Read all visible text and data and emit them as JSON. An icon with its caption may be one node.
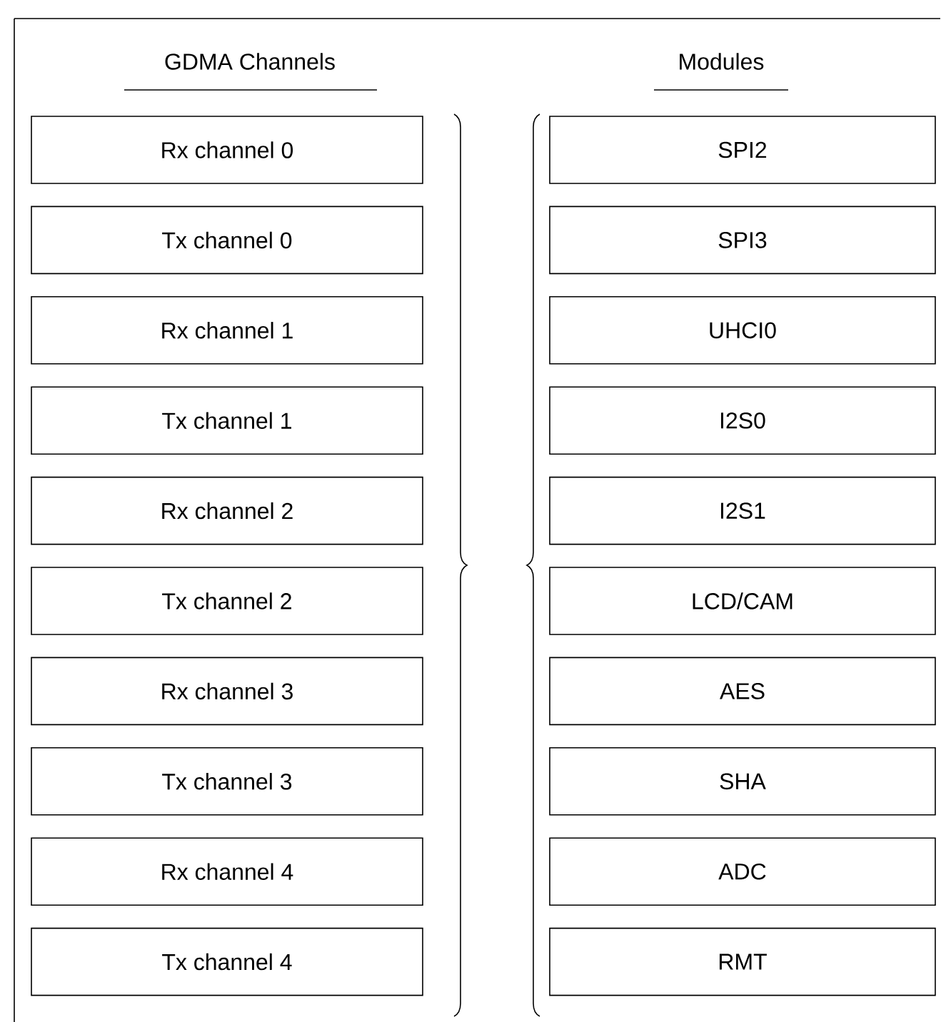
{
  "diagram": {
    "nodes": [
      {
        "text": [
          "Rx channel 0"
        ]
      },
      {
        "text": [
          "Tx channel 0"
        ]
      },
      {
        "text": [
          "Rx channel 1"
        ]
      },
      {
        "text": [
          "Tx channel 1"
        ]
      },
      {
        "text": [
          "Rx channel 2"
        ]
      },
      {
        "text": [
          "Tx channel 2"
        ]
      },
      {
        "text": [
          "Rx channel 3"
        ]
      },
      {
        "text": [
          "Tx channel 3"
        ]
      },
      {
        "text": [
          "Rx channel 4"
        ]
      },
      {
        "text": [
          "Tx channel 4"
        ]
      },
      {
        "text": [
          "SPI2"
        ]
      },
      {
        "text": [
          "SPI3"
        ]
      },
      {
        "text": [
          "UHCI0"
        ]
      },
      {
        "text": [
          "I2S0"
        ]
      },
      {
        "text": [
          "I2S1"
        ]
      },
      {
        "text": [
          "LCD/CAM"
        ]
      },
      {
        "text": [
          "AES"
        ]
      },
      {
        "text": [
          "SHA"
        ]
      },
      {
        "text": [
          "ADC"
        ]
      },
      {
        "text": [
          "RMT"
        ]
      }
    ],
    "edges": [],
    "labels": [
      "GDMA Channels",
      "Modules"
    ]
  }
}
